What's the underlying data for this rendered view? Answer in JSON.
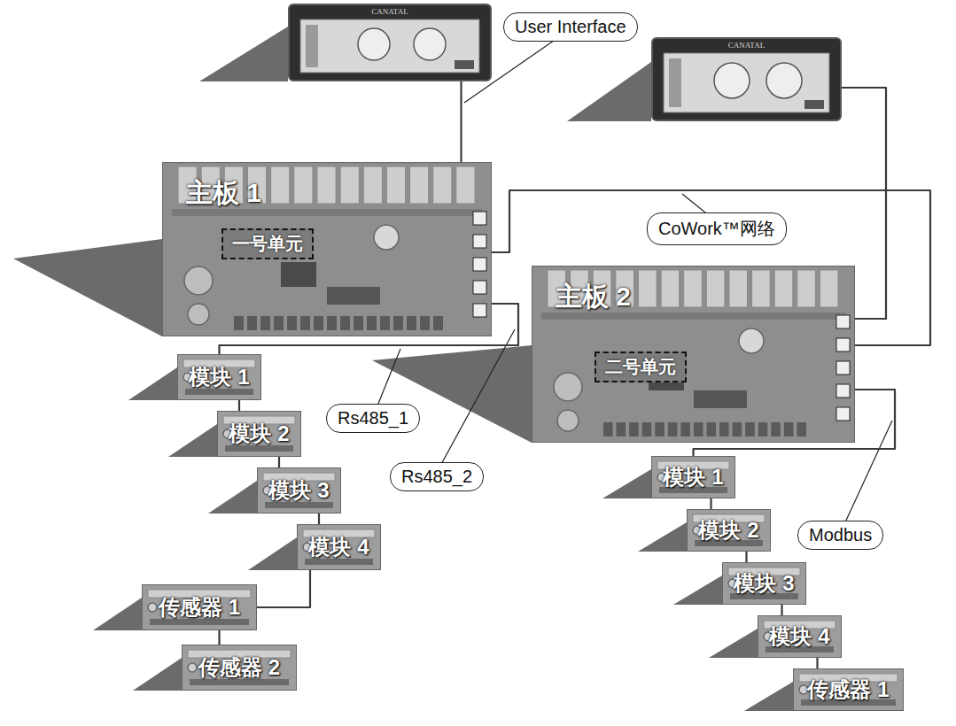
{
  "diagram": {
    "nodes": [
      {
        "text": [
          "CANATAL"
        ]
      },
      {
        "text": [
          "CANATAL"
        ]
      },
      {
        "text": [
          "主板 1"
        ]
      },
      {
        "text": [
          "一号单元"
        ],
        "in": 2
      },
      {
        "text": [
          "主板 2"
        ]
      },
      {
        "text": [
          "二号单元"
        ],
        "in": 4
      },
      {
        "text": [
          "模块 1"
        ]
      },
      {
        "text": [
          "模块 2"
        ]
      },
      {
        "text": [
          "模块 3"
        ]
      },
      {
        "text": [
          "模块 4"
        ]
      },
      {
        "text": [
          "传感器 1"
        ]
      },
      {
        "text": [
          "传感器 2"
        ]
      },
      {
        "text": [
          "模块 1"
        ]
      },
      {
        "text": [
          "模块 2"
        ]
      },
      {
        "text": [
          "模块 3"
        ]
      },
      {
        "text": [
          "模块 4"
        ]
      },
      {
        "text": [
          "传感器 1"
        ]
      }
    ],
    "edges": [
      {
        "from": 0,
        "to": 2,
        "arrow": "none"
      },
      {
        "from": 1,
        "to": 4,
        "arrow": "none"
      },
      {
        "from": 2,
        "to": 4,
        "arrow": "none"
      },
      {
        "from": 2,
        "to": 6,
        "arrow": "none"
      },
      {
        "from": 6,
        "to": 7,
        "arrow": "none"
      },
      {
        "from": 7,
        "to": 8,
        "arrow": "none"
      },
      {
        "from": 8,
        "to": 9,
        "arrow": "none"
      },
      {
        "from": 9,
        "to": 10,
        "arrow": "none"
      },
      {
        "from": 10,
        "to": 11,
        "arrow": "none"
      },
      {
        "from": 4,
        "to": 12,
        "arrow": "none"
      },
      {
        "from": 12,
        "to": 13,
        "arrow": "none"
      },
      {
        "from": 13,
        "to": 14,
        "arrow": "none"
      },
      {
        "from": 14,
        "to": 15,
        "arrow": "none"
      },
      {
        "from": 15,
        "to": 16,
        "arrow": "none"
      }
    ],
    "labels": [
      "User Interface",
      "CoWork™网络",
      "Rs485_1",
      "Rs485_2",
      "Modbus"
    ]
  }
}
